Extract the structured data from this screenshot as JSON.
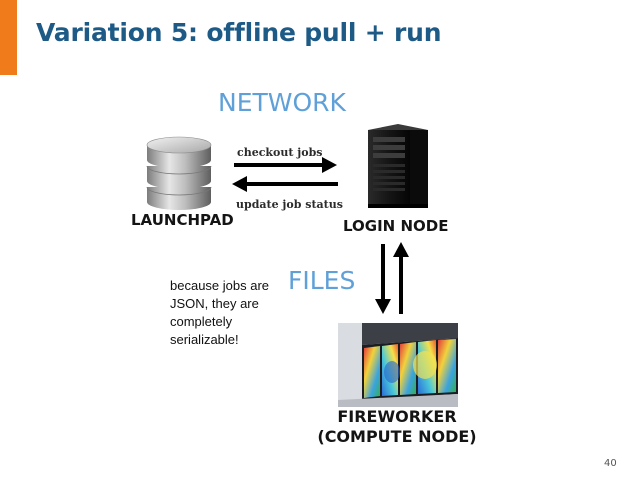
{
  "slide": {
    "title": "Variation 5: offline pull + run",
    "page_number": "40"
  },
  "labels": {
    "network": "NETWORK",
    "files": "FILES",
    "launchpad": "LAUNCHPAD",
    "login_node": "LOGIN NODE",
    "fireworker": "FIREWORKER\n(COMPUTE NODE)",
    "checkout_jobs": "checkout jobs",
    "update_job_status": "update job status"
  },
  "note": "because jobs are JSON, they are completely serializable!",
  "colors": {
    "accent": "#f07b1b",
    "title": "#1e5a86",
    "section": "#5fa0d8"
  },
  "icons": {
    "launchpad": "database-icon",
    "login_node": "server-tower-icon",
    "fireworker": "supercomputer-icon"
  }
}
